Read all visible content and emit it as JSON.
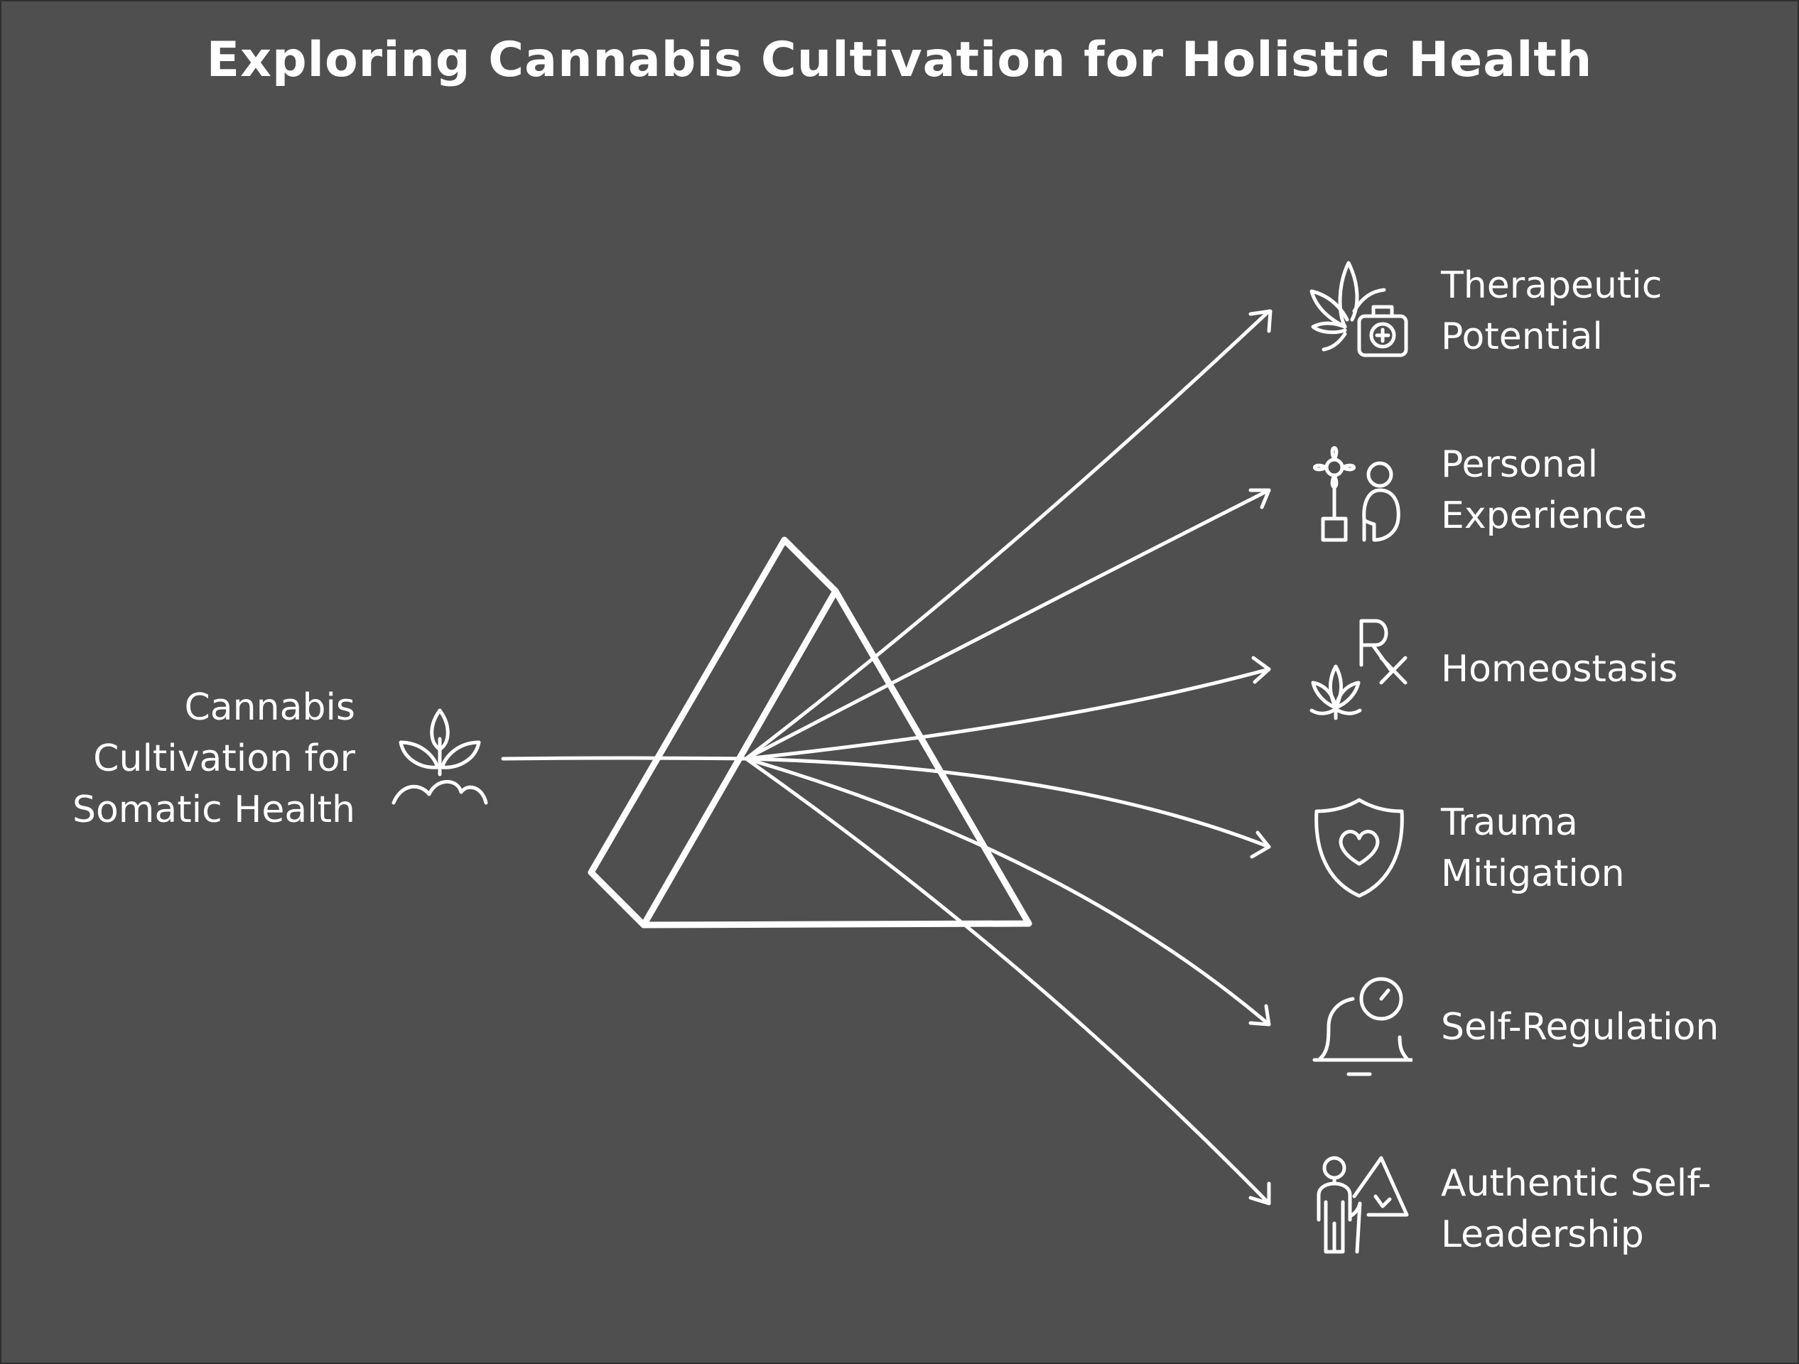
{
  "diagram": {
    "title": "Exploring Cannabis Cultivation for Holistic Health",
    "source": {
      "lines": [
        "Cannabis",
        "Cultivation for",
        "Somatic Health"
      ],
      "icon": "sprouting-plant-icon"
    },
    "outputs": [
      {
        "lines": [
          "Therapeutic",
          "Potential"
        ],
        "icon": "cannabis-medkit-icon"
      },
      {
        "lines": [
          "Personal",
          "Experience"
        ],
        "icon": "flower-person-icon"
      },
      {
        "lines": [
          "Homeostasis"
        ],
        "icon": "prescription-leaf-icon"
      },
      {
        "lines": [
          "Trauma",
          "Mitigation"
        ],
        "icon": "shield-heart-icon"
      },
      {
        "lines": [
          "Self-Regulation"
        ],
        "icon": "bell-timer-icon"
      },
      {
        "lines": [
          "Authentic Self-",
          "Leadership"
        ],
        "icon": "person-mountain-icon"
      }
    ],
    "colors": {
      "background": "#4f4f4f",
      "stroke": "#ffffff"
    }
  }
}
